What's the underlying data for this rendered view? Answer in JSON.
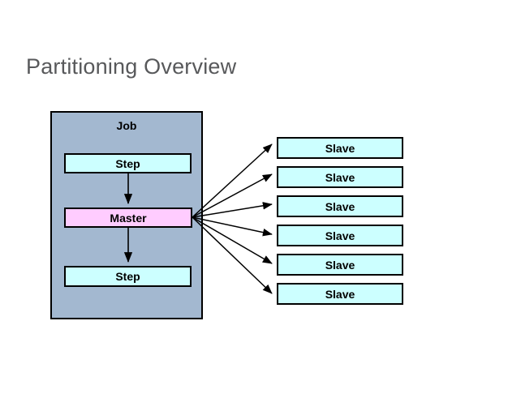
{
  "page": {
    "title": "Partitioning Overview",
    "background_color": "#ffffff",
    "title_color": "#58595b"
  },
  "diagram": {
    "type": "flow-diagram",
    "job": {
      "label": "Job",
      "fill_color": "#a3b8d0",
      "border_color": "#000000",
      "children": [
        {
          "id": "step-top",
          "label": "Step",
          "fill_color": "#ccffff"
        },
        {
          "id": "master",
          "label": "Master",
          "fill_color": "#ffccff"
        },
        {
          "id": "step-bottom",
          "label": "Step",
          "fill_color": "#ccffff"
        }
      ]
    },
    "slaves": {
      "fill_color": "#ccffff",
      "border_color": "#000000",
      "count": 6,
      "items": [
        {
          "id": "slave-0",
          "label": "Slave"
        },
        {
          "id": "slave-1",
          "label": "Slave"
        },
        {
          "id": "slave-2",
          "label": "Slave"
        },
        {
          "id": "slave-3",
          "label": "Slave"
        },
        {
          "id": "slave-4",
          "label": "Slave"
        },
        {
          "id": "slave-5",
          "label": "Slave"
        }
      ]
    },
    "connectors": {
      "color": "#000000",
      "vertical": [
        {
          "from": "step-top",
          "to": "master"
        },
        {
          "from": "master",
          "to": "step-bottom"
        }
      ],
      "fanout": [
        {
          "from": "master",
          "to": "slave-0"
        },
        {
          "from": "master",
          "to": "slave-1"
        },
        {
          "from": "master",
          "to": "slave-2"
        },
        {
          "from": "master",
          "to": "slave-3"
        },
        {
          "from": "master",
          "to": "slave-4"
        },
        {
          "from": "master",
          "to": "slave-5"
        }
      ]
    }
  }
}
